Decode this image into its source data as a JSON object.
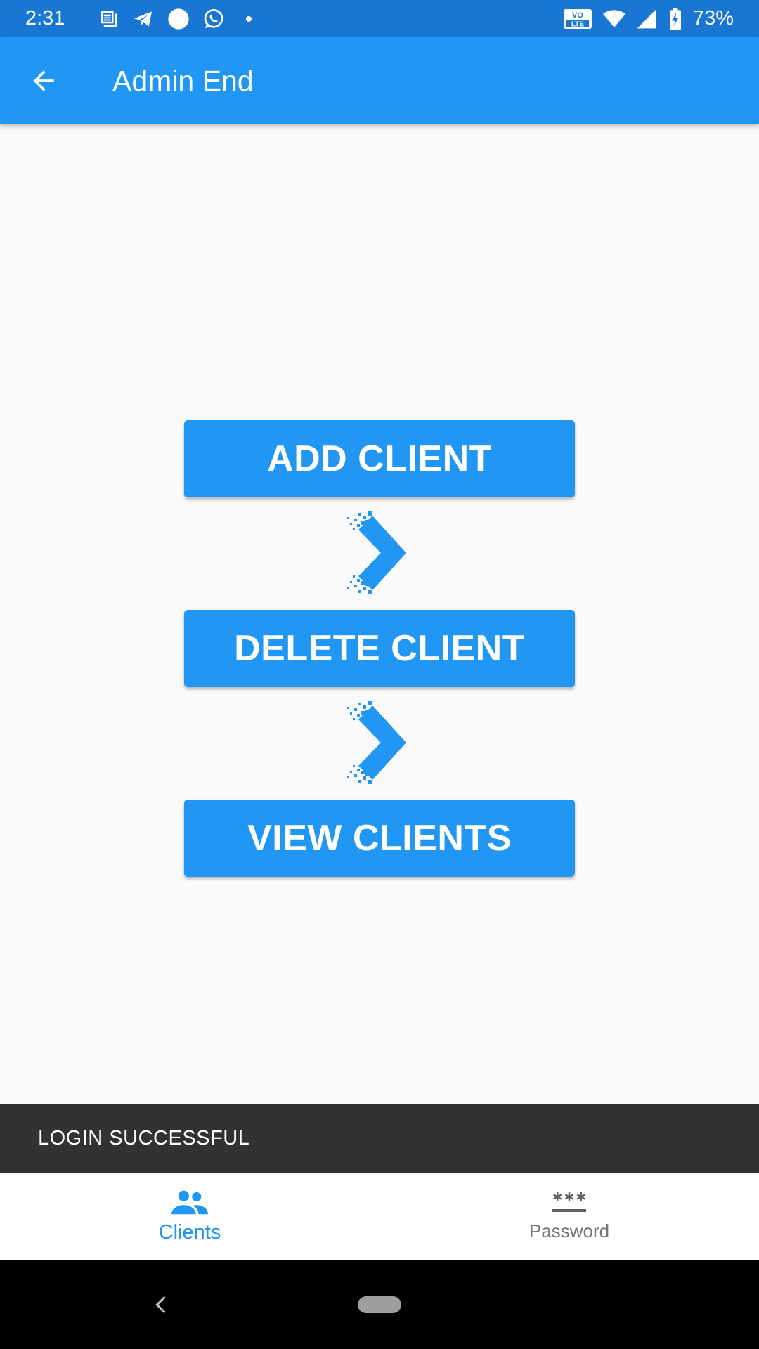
{
  "status_bar": {
    "time": "2:31",
    "battery": "73%",
    "icons_left": [
      "news-icon",
      "telegram-icon",
      "circle-icon",
      "whatsapp-icon",
      "dot-icon"
    ],
    "icons_right": [
      "volte-icon",
      "wifi-icon",
      "signal-icon",
      "battery-charging-icon"
    ],
    "volte_text": "VO LTE"
  },
  "app_bar": {
    "title": "Admin End",
    "back_icon": "arrow-left-icon"
  },
  "actions": {
    "add_label": "ADD CLIENT",
    "delete_label": "DELETE CLIENT",
    "view_label": "VIEW CLIENTS"
  },
  "snackbar": {
    "message": "LOGIN SUCCESSFUL"
  },
  "bottom_nav": {
    "items": [
      {
        "label": "Clients",
        "icon": "people-icon",
        "active": true
      },
      {
        "label": "Password",
        "icon": "password-icon",
        "active": false
      }
    ]
  },
  "colors": {
    "status_bar": "#1976d2",
    "primary": "#2196f3",
    "snackbar": "#323232",
    "inactive": "#757575"
  }
}
